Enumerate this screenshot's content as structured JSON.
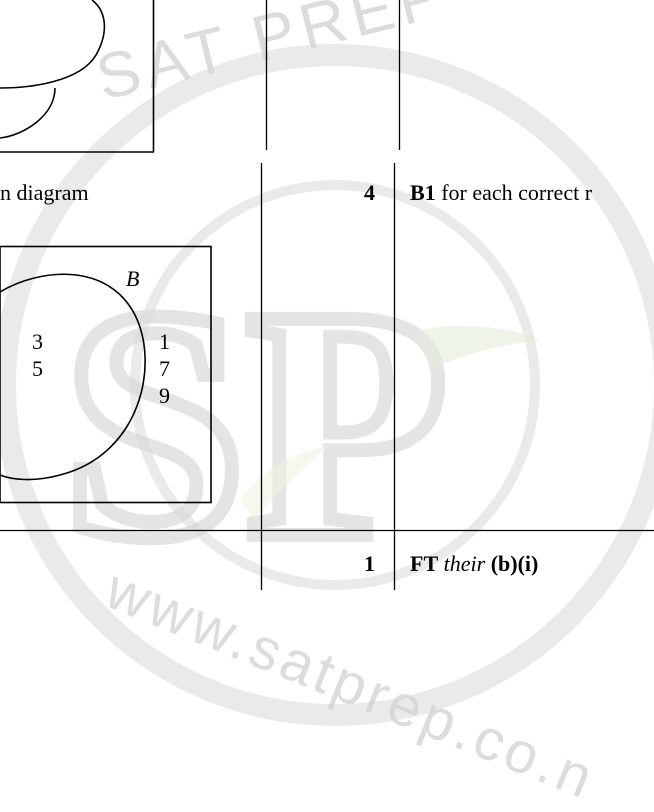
{
  "part_b_i": {
    "label": "n diagram",
    "marks": "4",
    "guidance": {
      "code": "B1",
      "text": " for each correct r"
    },
    "venn": {
      "set_label": "B",
      "inside_values": [
        "3",
        "5"
      ],
      "outside_values": [
        "1",
        "7",
        "9"
      ]
    }
  },
  "part_b_ii": {
    "marks": "1",
    "guidance": {
      "code": "FT",
      "their": "their",
      "ref": "(b)(i)"
    }
  },
  "watermark": {
    "logo_letters": "SP",
    "arc_top": "SAT PREP",
    "arc_bottom": "www.satprep.co.n",
    "color": "#d4d4d4"
  }
}
